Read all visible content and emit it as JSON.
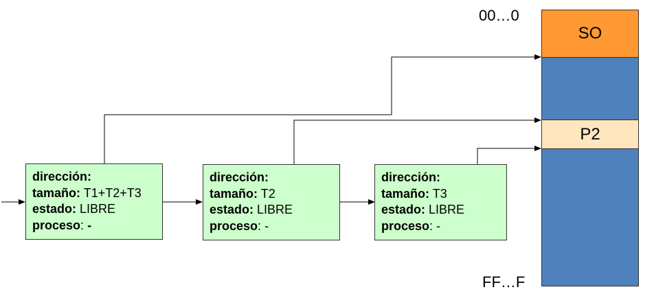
{
  "memory": {
    "top_address": "00…0",
    "bottom_address": "FF…F",
    "segments": [
      {
        "label": "SO",
        "color": "#ff9933"
      },
      {
        "label": "",
        "color": "#4f81bd"
      },
      {
        "label": "P2",
        "color": "#ffe6bf"
      },
      {
        "label": "",
        "color": "#4f81bd"
      }
    ]
  },
  "field_labels": {
    "direccion": "dirección:",
    "tamano": "tamaño:",
    "estado": "estado:",
    "proceso": "proceso"
  },
  "blocks": [
    {
      "tamano": "T1+T2+T3",
      "estado": "LIBRE",
      "proceso_sep": ":",
      "proceso": "-"
    },
    {
      "tamano": "T2",
      "estado": "LIBRE",
      "proceso_sep": ":",
      "proceso": "-"
    },
    {
      "tamano": "T3",
      "estado": "LIBRE",
      "proceso_sep": ":",
      "proceso": "-"
    }
  ],
  "colors": {
    "block_fill": "#ccffcc",
    "line": "#000000"
  }
}
